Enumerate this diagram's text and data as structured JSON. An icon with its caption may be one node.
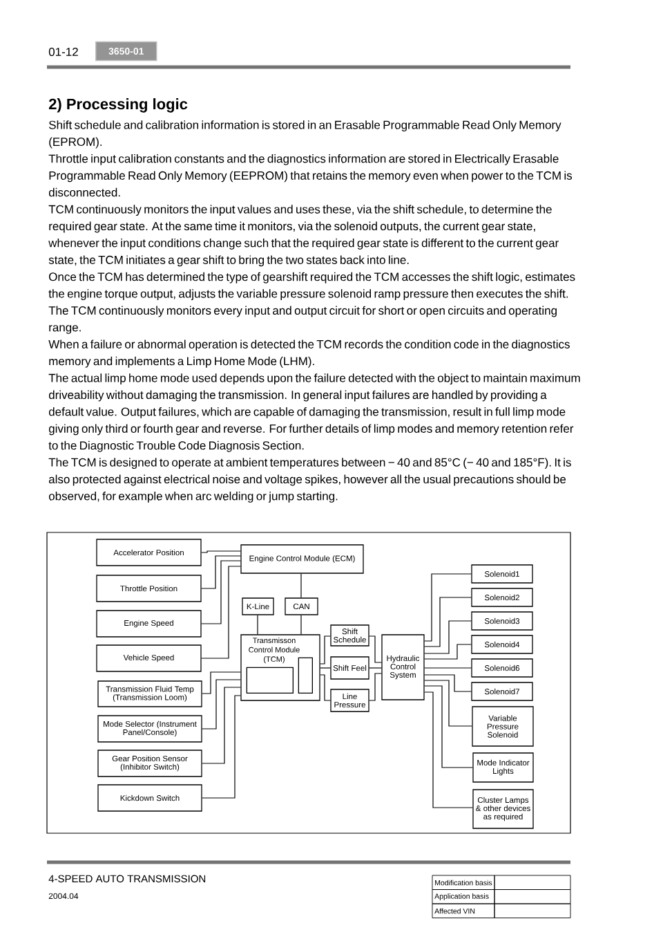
{
  "diagram": {
    "title": "2) Processing logic",
    "nodes": [
      {
        "text": [
          "Accelerator Position"
        ]
      },
      {
        "text": [
          "Throttle Position"
        ]
      },
      {
        "text": [
          "Engine Speed"
        ]
      },
      {
        "text": [
          "Vehicle Speed"
        ]
      },
      {
        "text": [
          "Transmission Fluid Temp (Transmission Loom)"
        ]
      },
      {
        "text": [
          "Mode Selector (Instrument Panel/Console)"
        ]
      },
      {
        "text": [
          "Gear Position Sensor (Inhibitor Switch)"
        ]
      },
      {
        "text": [
          "Kickdown Switch"
        ]
      },
      {
        "text": [
          "Engine Control Module (ECM)"
        ]
      },
      {
        "text": [
          "K-Line"
        ]
      },
      {
        "text": [
          "CAN"
        ]
      },
      {
        "text": [
          "Transmisson Control Module (TCM)"
        ]
      },
      {
        "text": [],
        "shape": "box",
        "in": 11
      },
      {
        "text": [],
        "shape": "box",
        "in": 11
      },
      {
        "text": [
          "Shift Schedule"
        ]
      },
      {
        "text": [
          "Shift Feel"
        ]
      },
      {
        "text": [
          "Line Pressure"
        ]
      },
      {
        "text": [
          "Hydraulic Control System"
        ]
      },
      {
        "text": [
          "Solenoid1"
        ]
      },
      {
        "text": [
          "Solenoid2"
        ]
      },
      {
        "text": [
          "Solenoid3"
        ]
      },
      {
        "text": [
          "Solenoid4"
        ]
      },
      {
        "text": [
          "Solenoid6"
        ]
      },
      {
        "text": [
          "Solenoid7"
        ]
      },
      {
        "text": [
          "Variable Pressure Solenoid"
        ]
      },
      {
        "text": [
          "Mode Indicator Lights"
        ]
      },
      {
        "text": [
          "Cluster Lamps & other devices as required"
        ]
      }
    ],
    "edges": [
      {
        "from": 0,
        "to": 8,
        "arrow": "none"
      },
      {
        "from": 1,
        "to": 8,
        "arrow": "none"
      },
      {
        "from": 2,
        "to": 8,
        "arrow": "none"
      },
      {
        "from": 3,
        "to": 8,
        "arrow": "none"
      },
      {
        "from": 8,
        "to": 10,
        "arrow": "none"
      },
      {
        "from": 10,
        "to": 11,
        "arrow": "none"
      },
      {
        "from": 9,
        "to": 11,
        "arrow": "none"
      },
      {
        "from": 4,
        "to": 11,
        "arrow": "none"
      },
      {
        "from": 5,
        "to": 11,
        "arrow": "none"
      },
      {
        "from": 6,
        "to": 11,
        "arrow": "none"
      },
      {
        "from": 7,
        "to": 11,
        "arrow": "none"
      },
      {
        "from": 11,
        "to": 14,
        "arrow": "none"
      },
      {
        "from": 11,
        "to": 15,
        "arrow": "none"
      },
      {
        "from": 11,
        "to": 16,
        "arrow": "none"
      },
      {
        "from": 14,
        "to": 17,
        "arrow": "none"
      },
      {
        "from": 15,
        "to": 17,
        "arrow": "none"
      },
      {
        "from": 16,
        "to": 17,
        "arrow": "none"
      },
      {
        "from": 17,
        "to": 18,
        "arrow": "none"
      },
      {
        "from": 17,
        "to": 19,
        "arrow": "none"
      },
      {
        "from": 17,
        "to": 20,
        "arrow": "none"
      },
      {
        "from": 17,
        "to": 21,
        "arrow": "none"
      },
      {
        "from": 17,
        "to": 22,
        "arrow": "none"
      },
      {
        "from": 17,
        "to": 23,
        "arrow": "none"
      },
      {
        "from": 17,
        "to": 24,
        "arrow": "none"
      },
      {
        "from": 17,
        "to": 25,
        "arrow": "none"
      },
      {
        "from": 17,
        "to": 26,
        "arrow": "none"
      }
    ],
    "labels": [
      "01-12",
      "3650-01",
      "Shift schedule and calibration information is stored in an Erasable Programmable Read Only Memory (EPROM).",
      "Throttle input calibration constants and the diagnostics information are stored in Electrically Erasable Programmable Read Only Memory (EEPROM) that retains the memory even when power to the TCM is disconnected.",
      "TCM continuously monitors the input values and uses these, via the shift schedule, to determine the required gear state. At the same time it monitors, via the solenoid outputs, the current gear state, whenever the input conditions change such that the required gear state is different to the current gear state, the TCM initiates a gear shift to bring the two states back into line.",
      "Once the TCM has determined the type of gearshift required the TCM accesses the shift logic, estimates the engine torque output, adjusts the variable pressure solenoid ramp pressure then executes the shift.",
      "The TCM continuously monitors every input and output circuit for short or open circuits and operating range.",
      "When a failure or abnormal operation is detected the TCM records the condition code in the diagnostics memory and implements a Limp Home Mode (LHM).",
      "The actual limp home mode used depends upon the failure detected with the object to maintain maximum driveability without damaging the transmission. In general input failures are handled by providing a default value. Output failures, which are capable of damaging the transmission, result in full limp mode giving only third or fourth gear and reverse. For further details of limp modes and memory retention refer to the Diagnostic Trouble Code Diagnosis Section.",
      "The TCM is designed to operate at ambient temperatures between − 40 and 85°C (− 40 and 185°F). It is also protected against electrical noise and voltage spikes, however all the usual precautions should be observed, for example when arc welding or jump starting.",
      "4-SPEED AUTO TRANSMISSION",
      "2004.04",
      "Modification basis",
      "Application basis",
      "Affected VIN"
    ]
  }
}
